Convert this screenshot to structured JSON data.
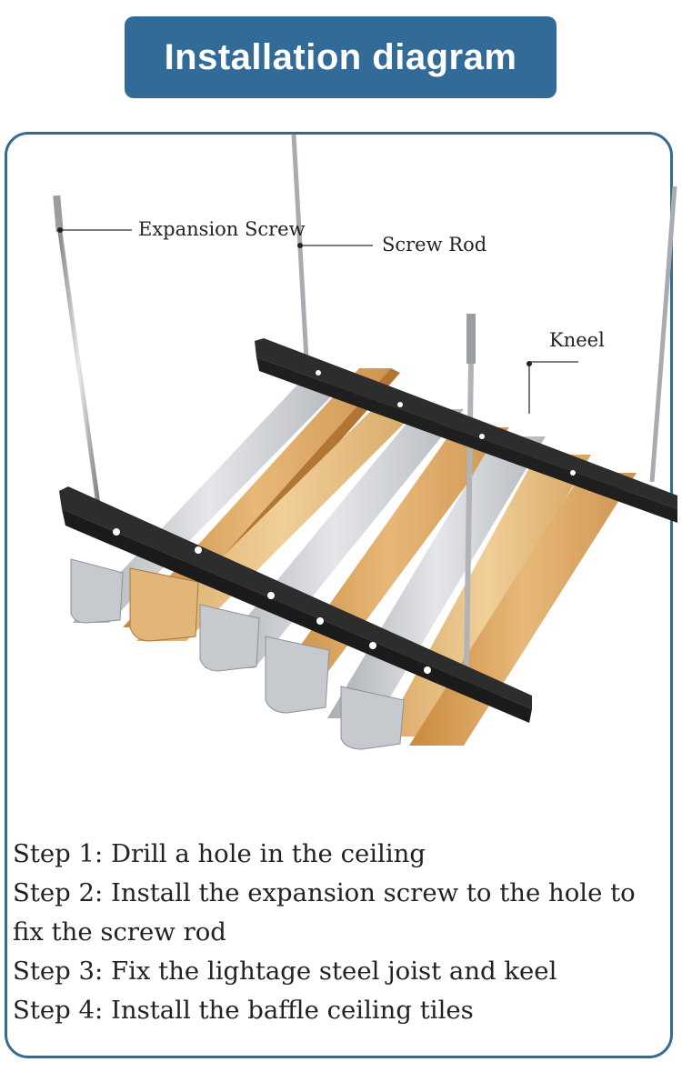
{
  "title": "Installation diagram",
  "labels": {
    "expansion_screw": "Expansion Screw",
    "screw_rod": "Screw Rod",
    "kneel": "Kneel"
  },
  "steps": [
    "Step 1: Drill a hole in the ceiling",
    "Step 2: Install the expansion screw to the hole to",
    "fix the screw rod",
    "Step 3: Fix the lightage steel joist and keel",
    "Step 4: Install the baffle ceiling tiles"
  ],
  "colors": {
    "banner": "#336b98",
    "frame": "#336b98",
    "keel": "#2b2b2b",
    "wood": "#d9a35c",
    "silver": "#c9ccd0"
  }
}
